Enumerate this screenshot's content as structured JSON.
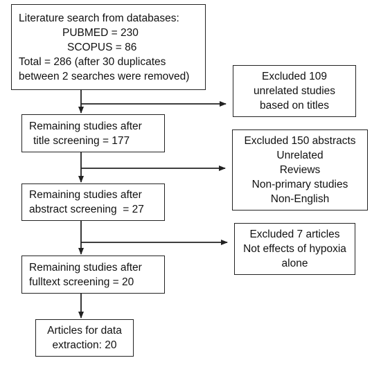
{
  "flowchart": {
    "search": {
      "lines": [
        "Literature search from databases:",
        "PUBMED = 230",
        "SCOPUS = 86",
        "Total = 286 (after 30 duplicates",
        "between 2 searches were removed)"
      ]
    },
    "title_screening": {
      "lines": [
        "Remaining studies after",
        "title screening = 177"
      ]
    },
    "abstract_screening": {
      "lines": [
        "Remaining studies after",
        "abstract screening  = 27"
      ]
    },
    "fulltext_screening": {
      "lines": [
        "Remaining studies after",
        "fulltext screening = 20"
      ]
    },
    "final": {
      "lines": [
        "Articles for data",
        "extraction: 20"
      ]
    },
    "excluded_titles": {
      "lines": [
        "Excluded 109",
        "unrelated studies",
        "based on titles"
      ]
    },
    "excluded_abstracts": {
      "lines": [
        "Excluded 150 abstracts",
        "Unrelated",
        "Reviews",
        "Non-primary studies",
        "Non-English"
      ]
    },
    "excluded_fulltext": {
      "lines": [
        "Excluded 7 articles",
        "Not effects of hypoxia",
        "alone"
      ]
    }
  },
  "colors": {
    "line": "#222222",
    "background": "#ffffff"
  }
}
